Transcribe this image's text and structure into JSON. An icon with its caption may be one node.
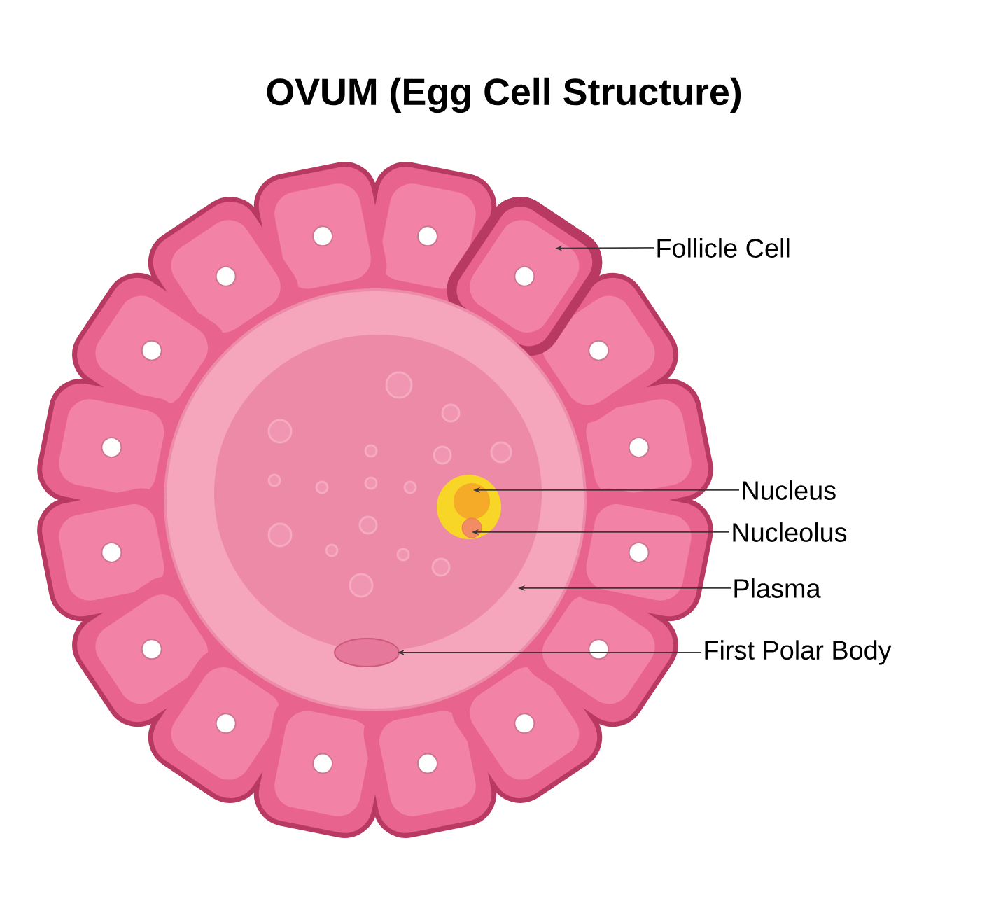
{
  "diagram": {
    "title": "OVUM (Egg Cell Structure)",
    "nodes": [
      {
        "text": [
          "Follicle Cell"
        ]
      },
      {
        "text": [
          "Nucleus"
        ]
      },
      {
        "text": [
          "Nucleolus"
        ]
      },
      {
        "text": [
          "Plasma"
        ]
      },
      {
        "text": [
          "First Polar Body"
        ]
      },
      {
        "text": [],
        "shape": "box"
      },
      {
        "text": [],
        "shape": "circle"
      },
      {
        "text": [],
        "shape": "circle",
        "in": 6
      },
      {
        "text": [],
        "shape": "circle",
        "in": 7
      },
      {
        "text": [],
        "shape": "ellipse",
        "in": 6
      }
    ],
    "edges": [
      {
        "from": 0,
        "to": 5,
        "arrow": "to"
      },
      {
        "from": 1,
        "to": 7,
        "arrow": "to"
      },
      {
        "from": 2,
        "to": 8,
        "arrow": "to"
      },
      {
        "from": 3,
        "to": 6,
        "arrow": "to"
      },
      {
        "from": 4,
        "to": 9,
        "arrow": "to"
      }
    ]
  }
}
